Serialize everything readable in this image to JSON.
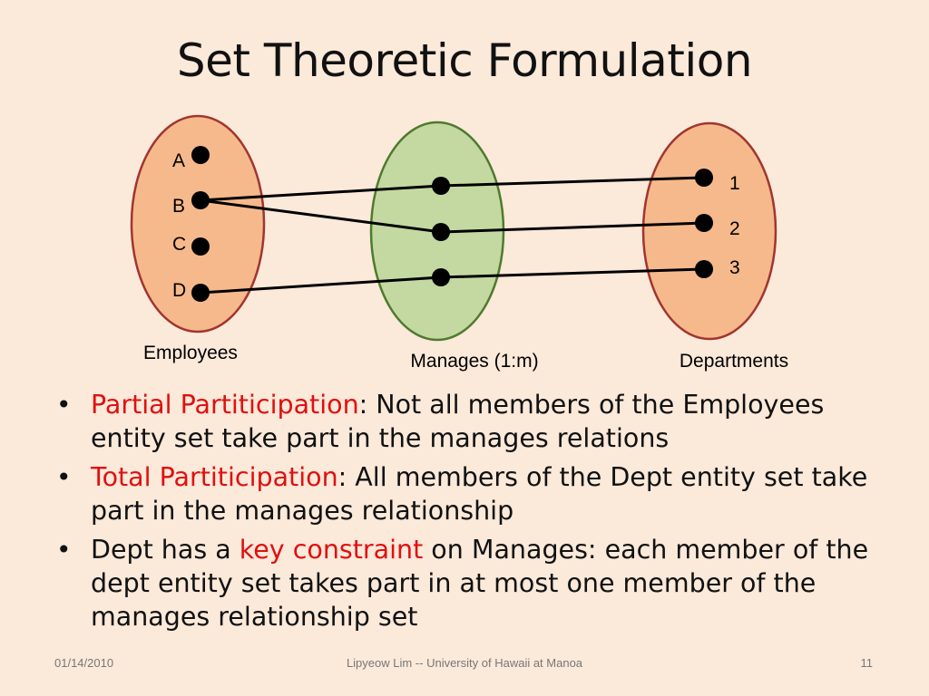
{
  "slide": {
    "title": "Set Theoretic Formulation",
    "colors": {
      "background": "#fbe9da",
      "entity_fill": "#f6b98c",
      "entity_stroke": "#a1352f",
      "relation_fill": "#c4d9a2",
      "relation_stroke": "#4f7a2e",
      "highlight": "#e01010"
    }
  },
  "diagram": {
    "employees": {
      "label": "Employees",
      "members": [
        "A",
        "B",
        "C",
        "D"
      ]
    },
    "manages": {
      "label": "Manages (1:m)"
    },
    "departments": {
      "label": "Departments",
      "members": [
        "1",
        "2",
        "3"
      ]
    },
    "links": [
      {
        "employee": "B",
        "relationship_item": 1,
        "department": "1"
      },
      {
        "employee": "B",
        "relationship_item": 2,
        "department": "2"
      },
      {
        "employee": "D",
        "relationship_item": 3,
        "department": "3"
      }
    ]
  },
  "bullets": [
    {
      "highlight": "Partial Partiticipation",
      "text": ": Not all members of the Employees entity set take part in the manages relations"
    },
    {
      "highlight": "Total Partiticipation",
      "text": ": All members of the Dept entity set take part in the manages relationship"
    },
    {
      "prefix": "Dept has a ",
      "highlight": "key constraint",
      "text": " on Manages:  each member of the dept entity set takes part in at most one member of the manages relationship set"
    }
  ],
  "footer": {
    "date": "01/14/2010",
    "author": "Lipyeow Lim -- University of Hawaii at Manoa",
    "page": "11"
  }
}
